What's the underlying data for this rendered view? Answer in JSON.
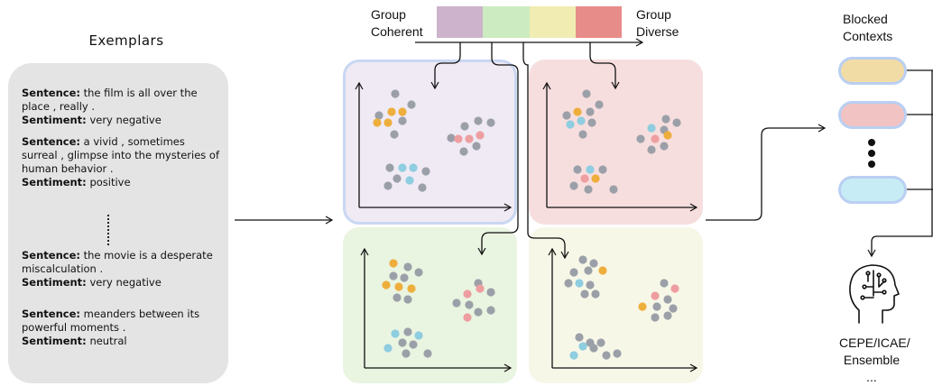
{
  "exemplars": {
    "title": "Exemplars",
    "dots": "⋮",
    "items": [
      {
        "label": "Sentence:",
        "sentence": "the film is all over the place , really .",
        "sentiment_label": "Sentiment:",
        "sentiment": "very negative"
      },
      {
        "label": "Sentence:",
        "sentence": "a vivid , sometimes surreal , glimpse into the mysteries of human behavior .",
        "sentiment_label": "Sentiment:",
        "sentiment": "positive"
      },
      {
        "label": "Sentence:",
        "sentence": "the movie is a desperate miscalculation .",
        "sentiment_label": "Sentiment:",
        "sentiment": "very negative"
      },
      {
        "label": "Sentence:",
        "sentence": "meanders between its powerful moments .",
        "sentiment_label": "Sentiment:",
        "sentiment": "neutral"
      }
    ]
  },
  "groups": {
    "coherent_line1": "Group",
    "coherent_line2": "Coherent",
    "diverse_line1": "Group",
    "diverse_line2": "Diverse",
    "bar_colors": [
      "#cdb3cc",
      "#cdebc0",
      "#f1ecb2",
      "#e88c8a"
    ]
  },
  "panels": {
    "colors": {
      "grey": "#9ba0a8",
      "orange": "#eeae3c",
      "pink": "#ee9ea0",
      "teal": "#8fcde0"
    },
    "p1_background": "#efeaf4",
    "p2_background": "#f7dede",
    "p3_background": "#e9f4e1",
    "p4_background": "#f7f7e8"
  },
  "blocked": {
    "title_line1": "Blocked",
    "title_line2": "Contexts",
    "pill_colors": [
      "#f2dca6",
      "#f2c3c3",
      "#c8ecf5"
    ],
    "model_icon": "head-circuit-icon",
    "model_line1": "CEPE/ICAE/",
    "model_line2": "Ensemble ..."
  }
}
